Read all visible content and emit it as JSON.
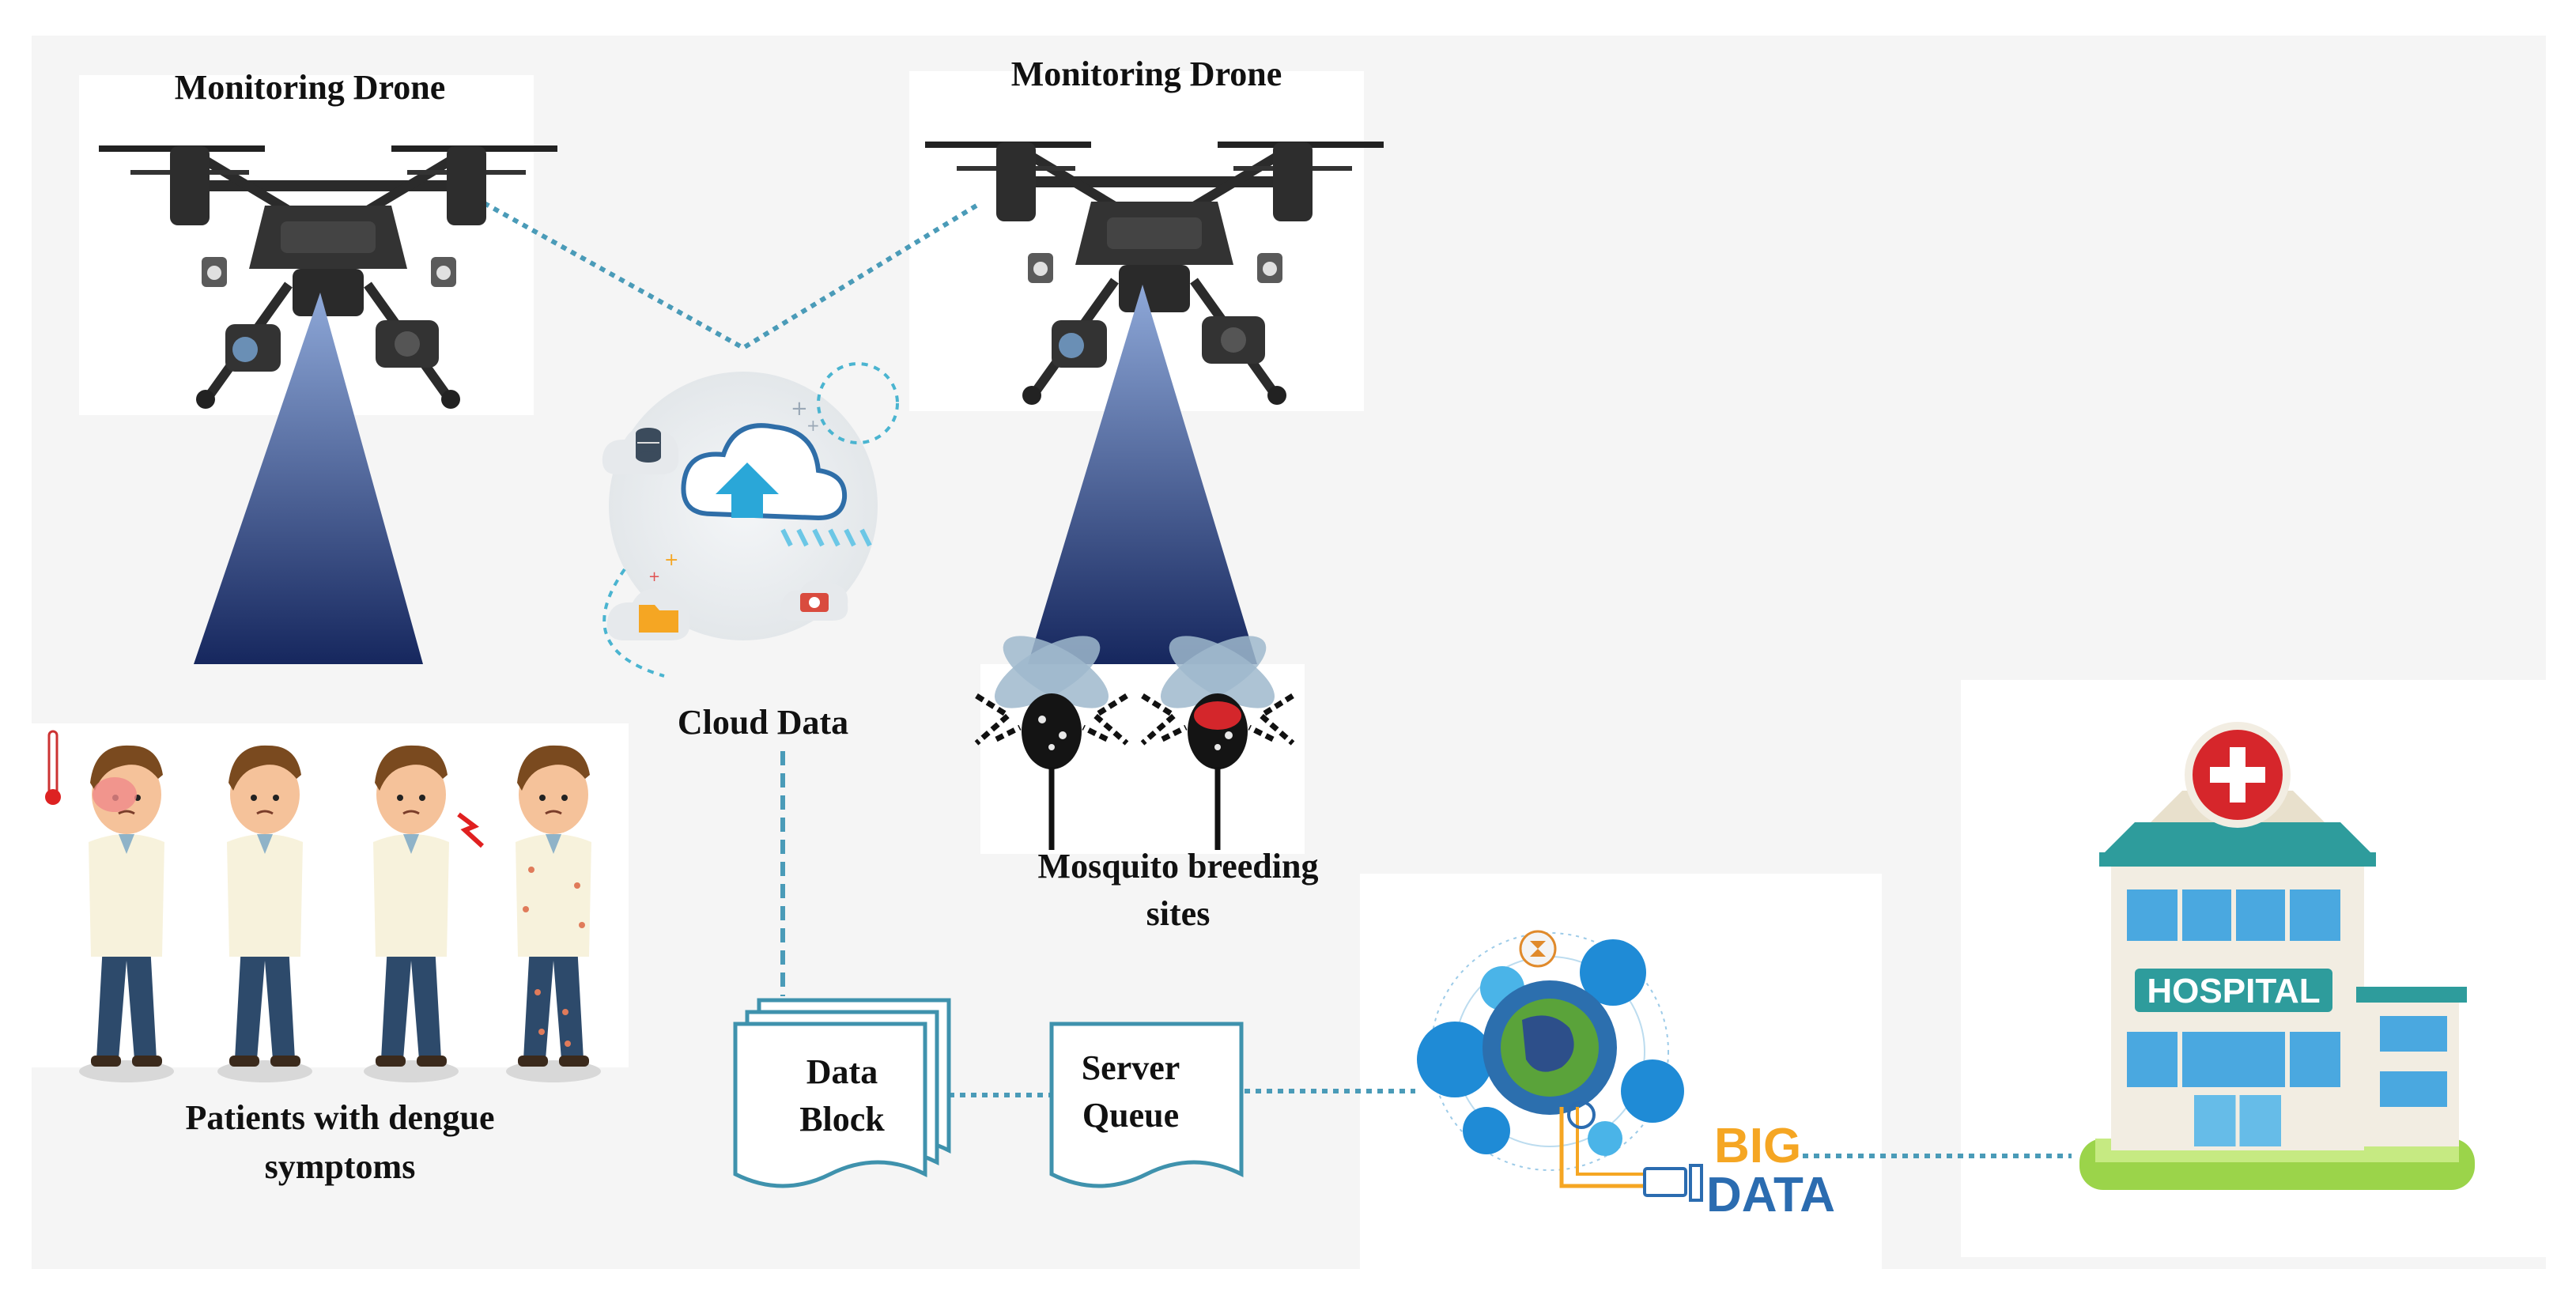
{
  "labels": {
    "drone_left": "Monitoring Drone",
    "drone_right": "Monitoring Drone",
    "cloud": "Cloud Data",
    "mosquito_line1": "Mosquito breeding",
    "mosquito_line2": "sites",
    "patients_line1": "Patients with  dengue",
    "patients_line2": "symptoms",
    "data_block_line1": "Data",
    "data_block_line2": "Block",
    "server_queue_line1": "Server",
    "server_queue_line2": "Queue",
    "big_data_line1": "BIG",
    "big_data_line2": "DATA",
    "hospital_sign": "HOSPITAL"
  },
  "colors": {
    "connector": "#4a9bb8",
    "beam_top": "#8ea8d8",
    "beam_bottom": "#16275e",
    "doc_outline": "#3f92ad",
    "hospital_teal": "#2e9c9c",
    "hospital_red": "#d6262b",
    "big_data_orange": "#f5a623",
    "big_data_blue": "#2b6cb0",
    "globe_blue": "#1f8bd6"
  },
  "icons": [
    "drone-icon",
    "cloud-upload-icon",
    "database-icon",
    "folder-icon",
    "camera-icon",
    "mosquito-icon",
    "patient-icon",
    "thermometer-icon",
    "globe-icon",
    "monitor-icon",
    "hospital-building-icon",
    "red-cross-icon"
  ]
}
